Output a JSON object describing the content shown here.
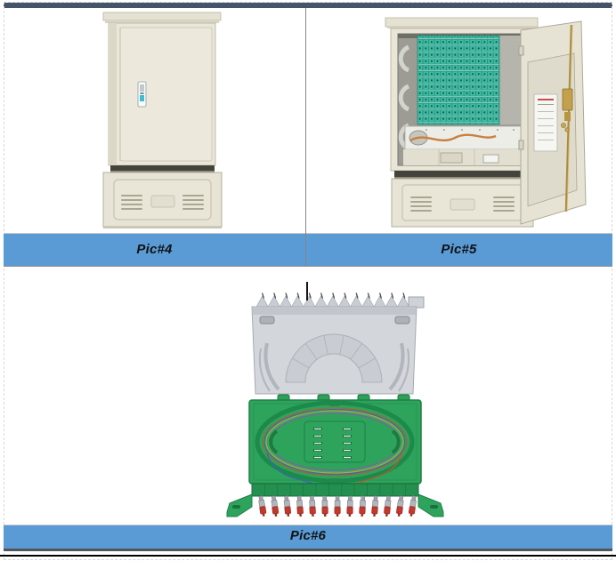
{
  "figures": [
    {
      "caption": "Pic#4",
      "image": "outdoor-fiber-distribution-cabinet-closed"
    },
    {
      "caption": "Pic#5",
      "image": "outdoor-fiber-distribution-cabinet-open"
    },
    {
      "caption": "Pic#6",
      "image": "fiber-splice-tray-with-cover"
    }
  ],
  "colors": {
    "banner_blue": "#5B9BD5",
    "top_bar_slate": "#44546A",
    "caption_text": "#111111",
    "divider_gray": "#858585",
    "bottom_rule_black": "#000000",
    "cabinet_beige": "#E9E6D8",
    "adapter_teal": "#3EBEA4",
    "tray_green": "#2EA35C",
    "connector_cap_red": "#C13A2E",
    "cover_gray": "#D3D6DB"
  }
}
